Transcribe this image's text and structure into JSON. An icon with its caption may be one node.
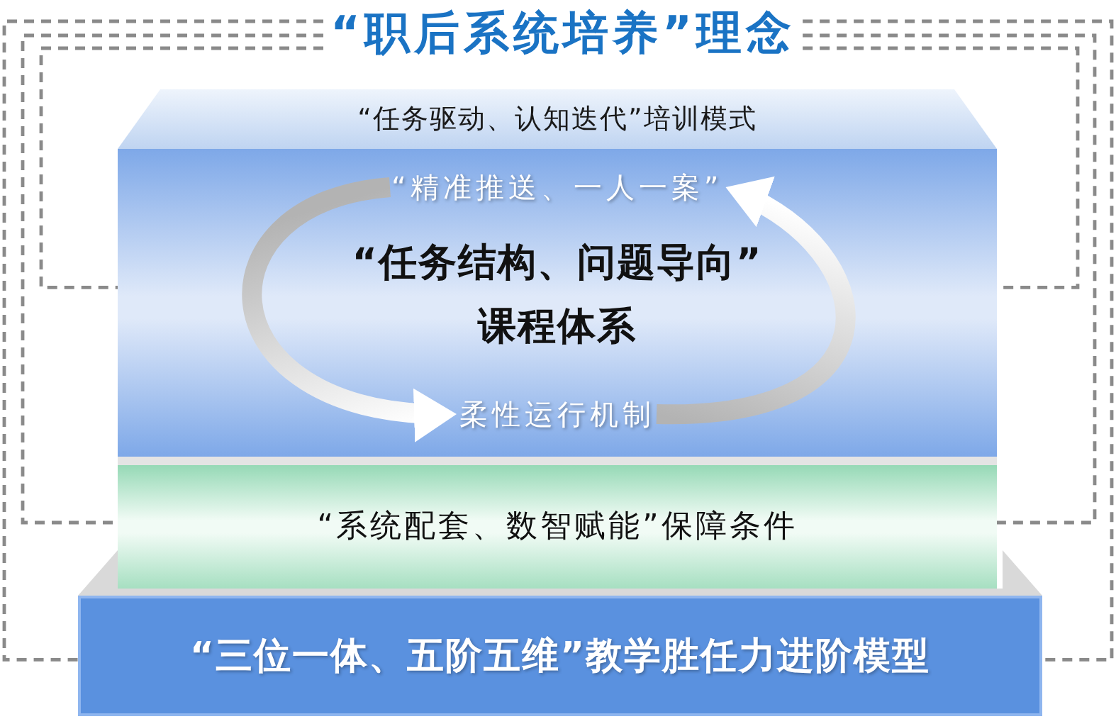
{
  "diagram": {
    "nodes": [
      {
        "text": [
          "“职后系统培养”理念"
        ]
      },
      {
        "text": [
          "“任务驱动、认知迭代”培训模式"
        ]
      },
      {
        "text": [
          "“任务结构、问题导向”课程体系"
        ]
      },
      {
        "text": [
          "“精准推送、一人一案”"
        ],
        "in": 2
      },
      {
        "text": [
          "柔性运行机制"
        ],
        "in": 2
      },
      {
        "text": [
          "“系统配套、数智赋能”保障条件"
        ]
      },
      {
        "text": [
          "“三位一体、五阶五维”教学胜任力进阶模型"
        ]
      }
    ],
    "edges": [
      {
        "from": 3,
        "to": 4,
        "arrow": "to",
        "style": "thick"
      },
      {
        "from": 4,
        "to": 3,
        "arrow": "to",
        "style": "thick"
      },
      {
        "from": 0,
        "to": 2,
        "arrow": "none",
        "style": "dashed"
      },
      {
        "from": 0,
        "to": 5,
        "arrow": "none",
        "style": "dashed"
      },
      {
        "from": 0,
        "to": 6,
        "arrow": "none",
        "style": "dashed"
      },
      {
        "from": 0,
        "to": 2,
        "arrow": "none",
        "style": "dashed"
      },
      {
        "from": 0,
        "to": 5,
        "arrow": "none",
        "style": "dashed"
      },
      {
        "from": 0,
        "to": 6,
        "arrow": "none",
        "style": "dashed"
      }
    ]
  }
}
